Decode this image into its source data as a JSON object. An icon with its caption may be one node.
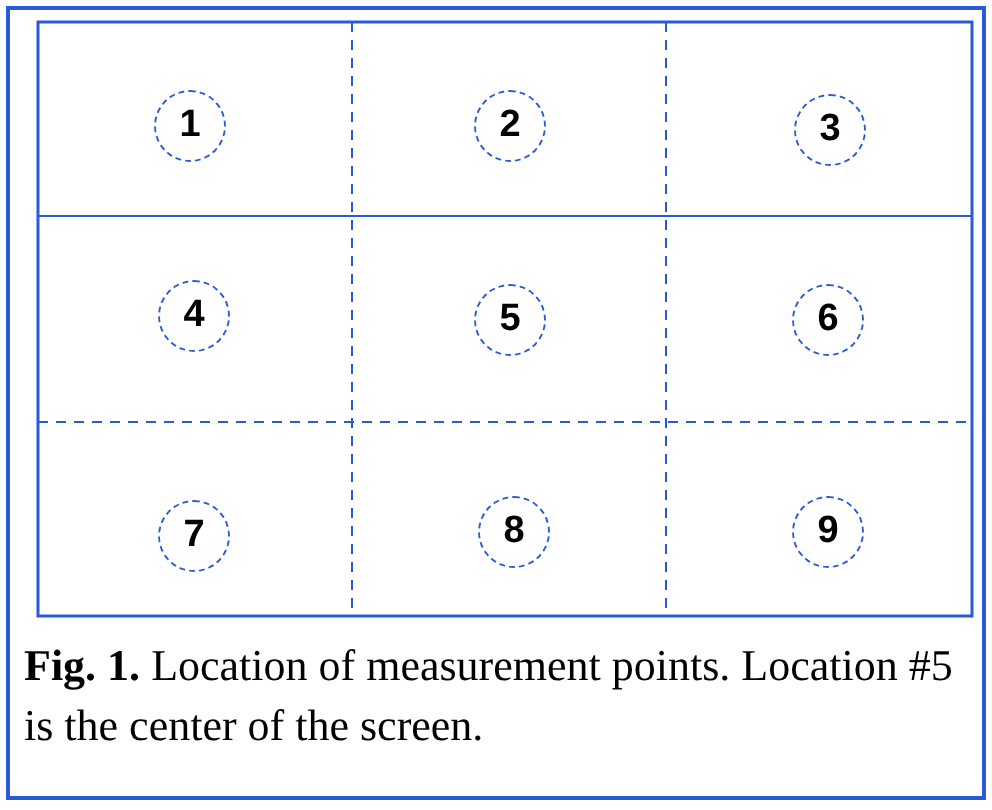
{
  "diagram": {
    "caption": "**Fig. 1.** Location of measurement points. Location #5 is the center of the screen.",
    "nodes": [
      {
        "text": [
          "1"
        ]
      },
      {
        "text": [
          "2"
        ]
      },
      {
        "text": [
          "3"
        ]
      },
      {
        "text": [
          "4"
        ]
      },
      {
        "text": [
          "5"
        ]
      },
      {
        "text": [
          "6"
        ]
      },
      {
        "text": [
          "7"
        ]
      },
      {
        "text": [
          "8"
        ]
      },
      {
        "text": [
          "9"
        ]
      }
    ],
    "edges": []
  }
}
